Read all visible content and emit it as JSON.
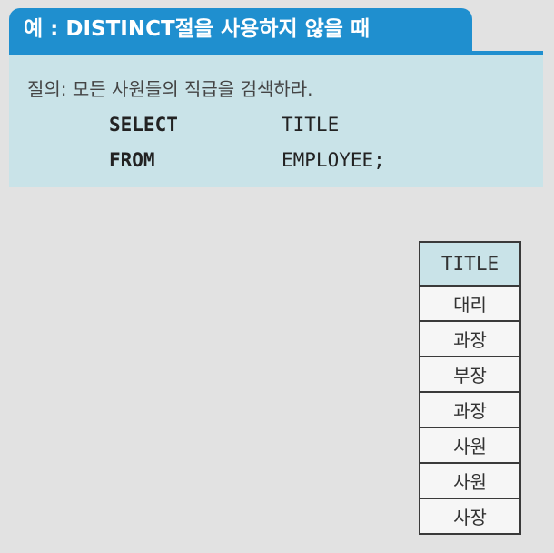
{
  "title": "예 : DISTINCT절을 사용하지 않을 때",
  "question": "질의: 모든 사원들의 직급을 검색하라.",
  "sql": {
    "select_keyword": "SELECT",
    "select_value": "TITLE",
    "from_keyword": "FROM",
    "from_value": "EMPLOYEE;"
  },
  "result_table": {
    "header": "TITLE",
    "rows": [
      "대리",
      "과장",
      "부장",
      "과장",
      "사원",
      "사원",
      "사장"
    ]
  },
  "colors": {
    "tab": "#1f8fcf",
    "query_background": "#c9e3e8",
    "page_background": "#e2e2e2"
  }
}
